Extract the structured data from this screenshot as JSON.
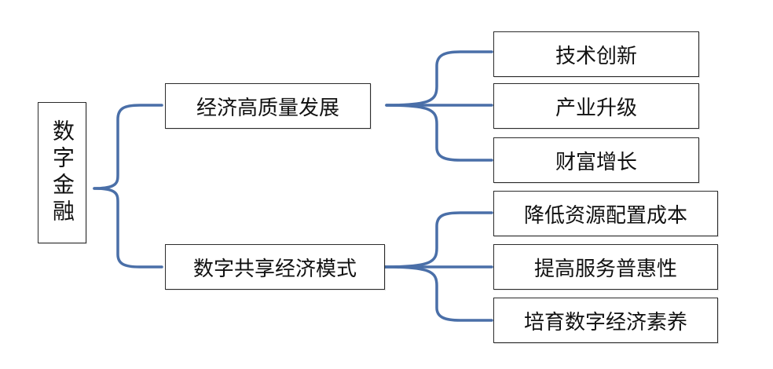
{
  "colors": {
    "connector": "#4a6fa8",
    "box_border": "#2b2b2b",
    "text": "#111111",
    "background": "#ffffff"
  },
  "root": {
    "label": "数字金融"
  },
  "branches": [
    {
      "label": "经济高质量发展",
      "children": [
        "技术创新",
        "产业升级",
        "财富增长"
      ]
    },
    {
      "label": "数字共享经济模式",
      "children": [
        "降低资源配置成本",
        "提高服务普惠性",
        "培育数字经济素养"
      ]
    }
  ]
}
